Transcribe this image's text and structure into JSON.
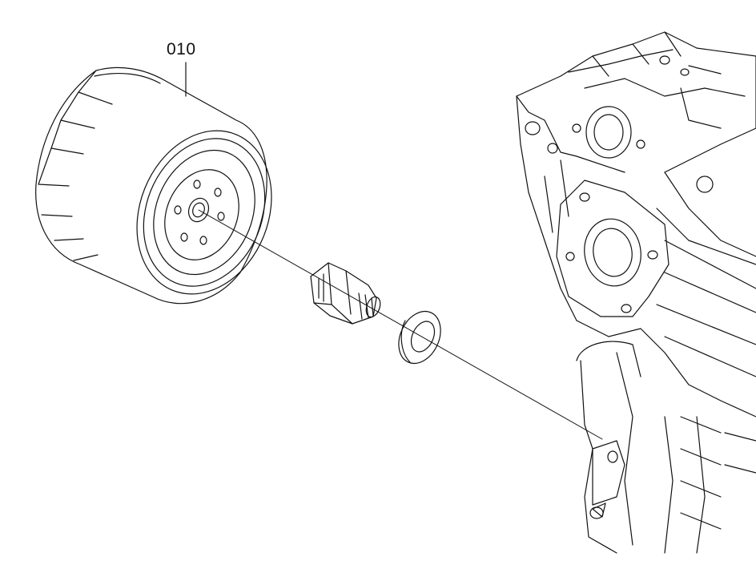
{
  "diagram": {
    "callouts": [
      {
        "label": "010",
        "part": "oil-filter-cartridge"
      }
    ],
    "parts": [
      "oil-filter-cartridge",
      "filter-nipple",
      "washer",
      "engine-block"
    ],
    "colors": {
      "line": "#111111",
      "background": "#ffffff"
    }
  }
}
